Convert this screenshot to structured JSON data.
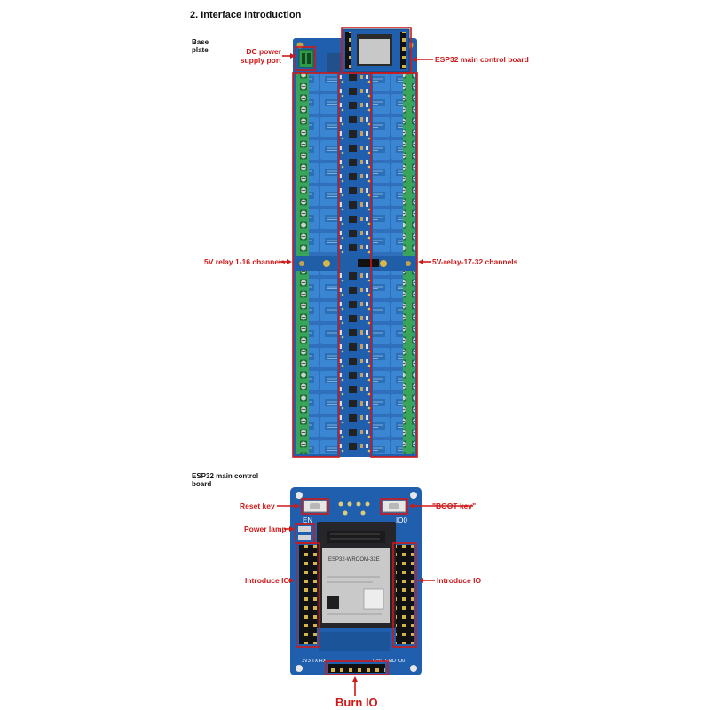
{
  "title": "2. Interface Introduction",
  "sections": {
    "base_plate": [
      "Base",
      "plate"
    ],
    "esp32_board": [
      "ESP32 main control",
      "board"
    ]
  },
  "labels": {
    "dc_power": [
      "DC power",
      "supply port"
    ],
    "esp32_main": "ESP32 main control board",
    "relay_left": "5V relay 1-16 channels",
    "relay_right": "5V-relay-17-32 channels",
    "reset_key": "Reset key",
    "boot_key": "\"BOOT key\"",
    "power_lamp": "Power lamp",
    "introduce_io_left": "Introduce IO",
    "introduce_io_right": "Introduce IO",
    "burn_io": "Burn IO"
  },
  "silkscreen": {
    "en": "EN",
    "io0": "IO0",
    "module": "ESP32-WROOM-32E",
    "bottom_left": "3V3 TX RX",
    "bottom_right": "GND GND IO0"
  },
  "colors": {
    "pcb": "#1f5fae",
    "relay": "#2d7fc9",
    "terminal": "#3aa55a",
    "annotation": "#d01818"
  }
}
